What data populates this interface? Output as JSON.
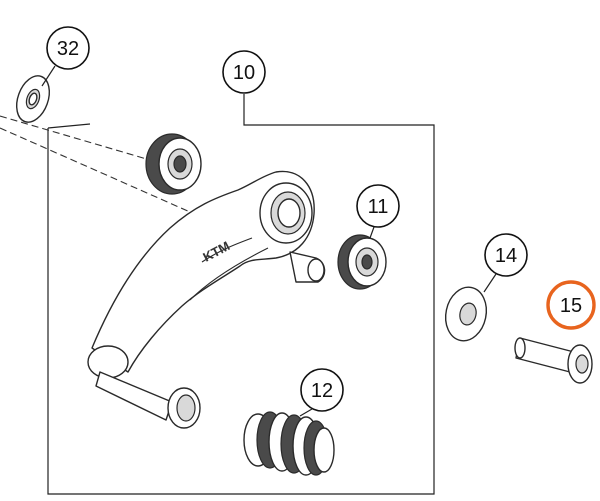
{
  "diagram": {
    "callouts": [
      {
        "id": "c32",
        "label": "32"
      },
      {
        "id": "c10",
        "label": "10"
      },
      {
        "id": "c11",
        "label": "11"
      },
      {
        "id": "c14",
        "label": "14"
      },
      {
        "id": "c15",
        "label": "15"
      },
      {
        "id": "c12",
        "label": "12"
      }
    ],
    "highlight_color": "#e8641e",
    "brand_mark": "KTM"
  }
}
